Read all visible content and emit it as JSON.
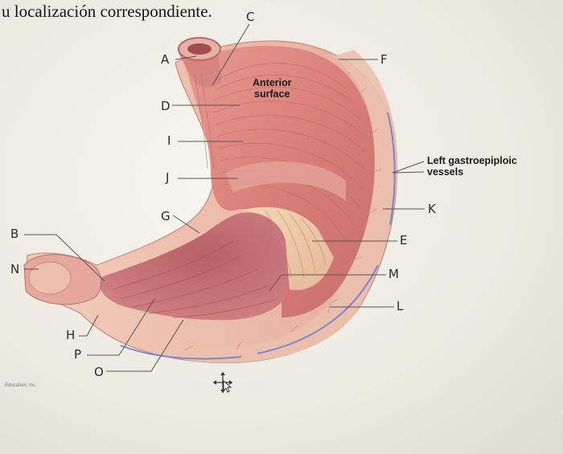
{
  "header": {
    "instruction": "u localización correspondiente."
  },
  "diagram": {
    "labels": {
      "A": "A",
      "B": "B",
      "C": "C",
      "D": "D",
      "E": "E",
      "F": "F",
      "G": "G",
      "H": "H",
      "I": "I",
      "J": "J",
      "K": "K",
      "L": "L",
      "M": "M",
      "N": "N",
      "O": "O",
      "P": "P"
    },
    "anterior_surface": [
      "Anterior",
      "surface"
    ],
    "left_gastroepiploic": [
      "Left gastroepiploic",
      "vessels"
    ],
    "credit": "Education, Inc."
  },
  "colors": {
    "muscle": "#d9837c",
    "muscle_dark": "#b8625f",
    "muscle_light": "#eab1a5",
    "lining": "#c86c74",
    "mucosa_pale": "#ecc9a8",
    "outer_band": "#efc5b5",
    "vessel": "#7c86c9"
  }
}
